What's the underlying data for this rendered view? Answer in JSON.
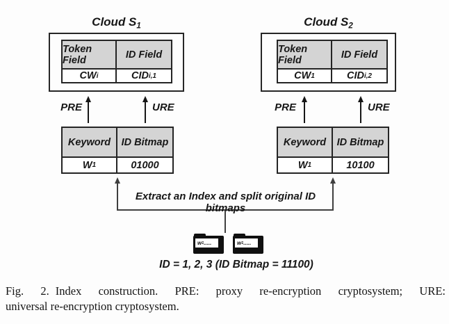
{
  "figure": {
    "clouds": [
      {
        "title": "Cloud S",
        "title_sub": "1",
        "field_table": {
          "headers": [
            "Token Field",
            "ID Field"
          ],
          "token_value": "CW",
          "token_value_sub": "i",
          "id_value": "CID",
          "id_value_sub": "i,1"
        },
        "pre_label": "PRE",
        "ure_label": "URE",
        "index_table": {
          "headers": [
            "Keyword",
            "ID Bitmap"
          ],
          "keyword_value": "W",
          "keyword_value_sub": "1",
          "bitmap_value": "01000"
        }
      },
      {
        "title": "Cloud S",
        "title_sub": "2",
        "field_table": {
          "headers": [
            "Token Field",
            "ID Field"
          ],
          "token_value": "CW",
          "token_value_sub": "1",
          "id_value": "CID",
          "id_value_sub": "i,2"
        },
        "pre_label": "PRE",
        "ure_label": "URE",
        "index_table": {
          "headers": [
            "Keyword",
            "ID Bitmap"
          ],
          "keyword_value": "W",
          "keyword_value_sub": "1",
          "bitmap_value": "10100"
        }
      }
    ],
    "extract_label": "Extract an Index and split original ID bitmaps",
    "folders": [
      {
        "label": "w",
        "label_sub": "1",
        "label_dots": "....."
      },
      {
        "label": "w",
        "label_sub": "1",
        "label_dots": "....."
      }
    ],
    "id_summary": "ID = 1, 2, 3 (ID Bitmap = 11100)",
    "colors": {
      "header_fill": "#d4d4d4",
      "table_line": "#242424",
      "bracket_line": "#3f3f3f"
    }
  },
  "caption": {
    "fig_label": "Fig. 2.",
    "line1_rest": "Index construction. PRE: proxy re-encryption cryptosystem; URE:",
    "line2": "universal re-encryption cryptosystem."
  }
}
